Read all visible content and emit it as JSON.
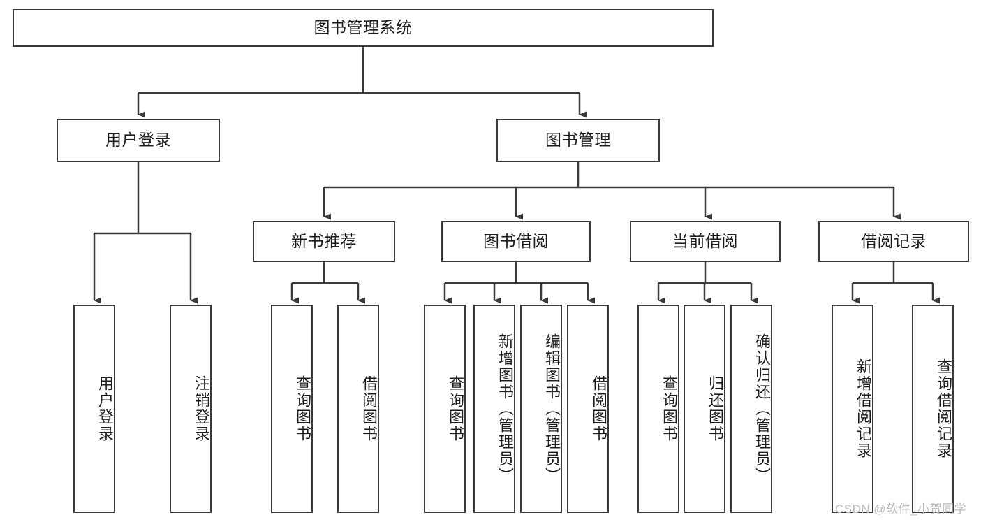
{
  "diagram": {
    "title": "图书管理系统",
    "type": "tree-hierarchy-chart",
    "watermark": "CSDN @软件_小贺同学",
    "colors": {
      "stroke": "#3a3a3a",
      "fill": "#ffffff",
      "text": "#1d1d1d",
      "watermark": "#b9b9b9"
    },
    "nodes": {
      "root": {
        "label": "图书管理系统"
      },
      "level2": [
        {
          "id": "user-login",
          "label": "用户登录"
        },
        {
          "id": "book-manage",
          "label": "图书管理"
        }
      ],
      "level3": [
        {
          "id": "new-book-recommend",
          "label": "新书推荐"
        },
        {
          "id": "book-borrow",
          "label": "图书借阅"
        },
        {
          "id": "current-borrow",
          "label": "当前借阅"
        },
        {
          "id": "borrow-record",
          "label": "借阅记录"
        }
      ],
      "leaves": {
        "user_login": [
          {
            "id": "leaf-user-login",
            "label": "用户登录"
          },
          {
            "id": "leaf-logout-login",
            "label": "注销登录"
          }
        ],
        "new_book_recommend": [
          {
            "id": "leaf-query-book-1",
            "label": "查询图书"
          },
          {
            "id": "leaf-borrow-book-1",
            "label": "借阅图书"
          }
        ],
        "book_borrow": [
          {
            "id": "leaf-query-book-2",
            "label": "查询图书"
          },
          {
            "id": "leaf-add-book",
            "label": "新增图书（管理员）"
          },
          {
            "id": "leaf-edit-book",
            "label": "编辑图书（管理员）"
          },
          {
            "id": "leaf-borrow-book-2",
            "label": "借阅图书"
          }
        ],
        "current_borrow": [
          {
            "id": "leaf-query-book-3",
            "label": "查询图书"
          },
          {
            "id": "leaf-return-book",
            "label": "归还图书"
          },
          {
            "id": "leaf-confirm-return",
            "label": "确认归还（管理员）"
          }
        ],
        "borrow_record": [
          {
            "id": "leaf-add-record",
            "label": "新增借阅记录"
          },
          {
            "id": "leaf-query-record",
            "label": "查询借阅记录"
          }
        ]
      }
    }
  }
}
